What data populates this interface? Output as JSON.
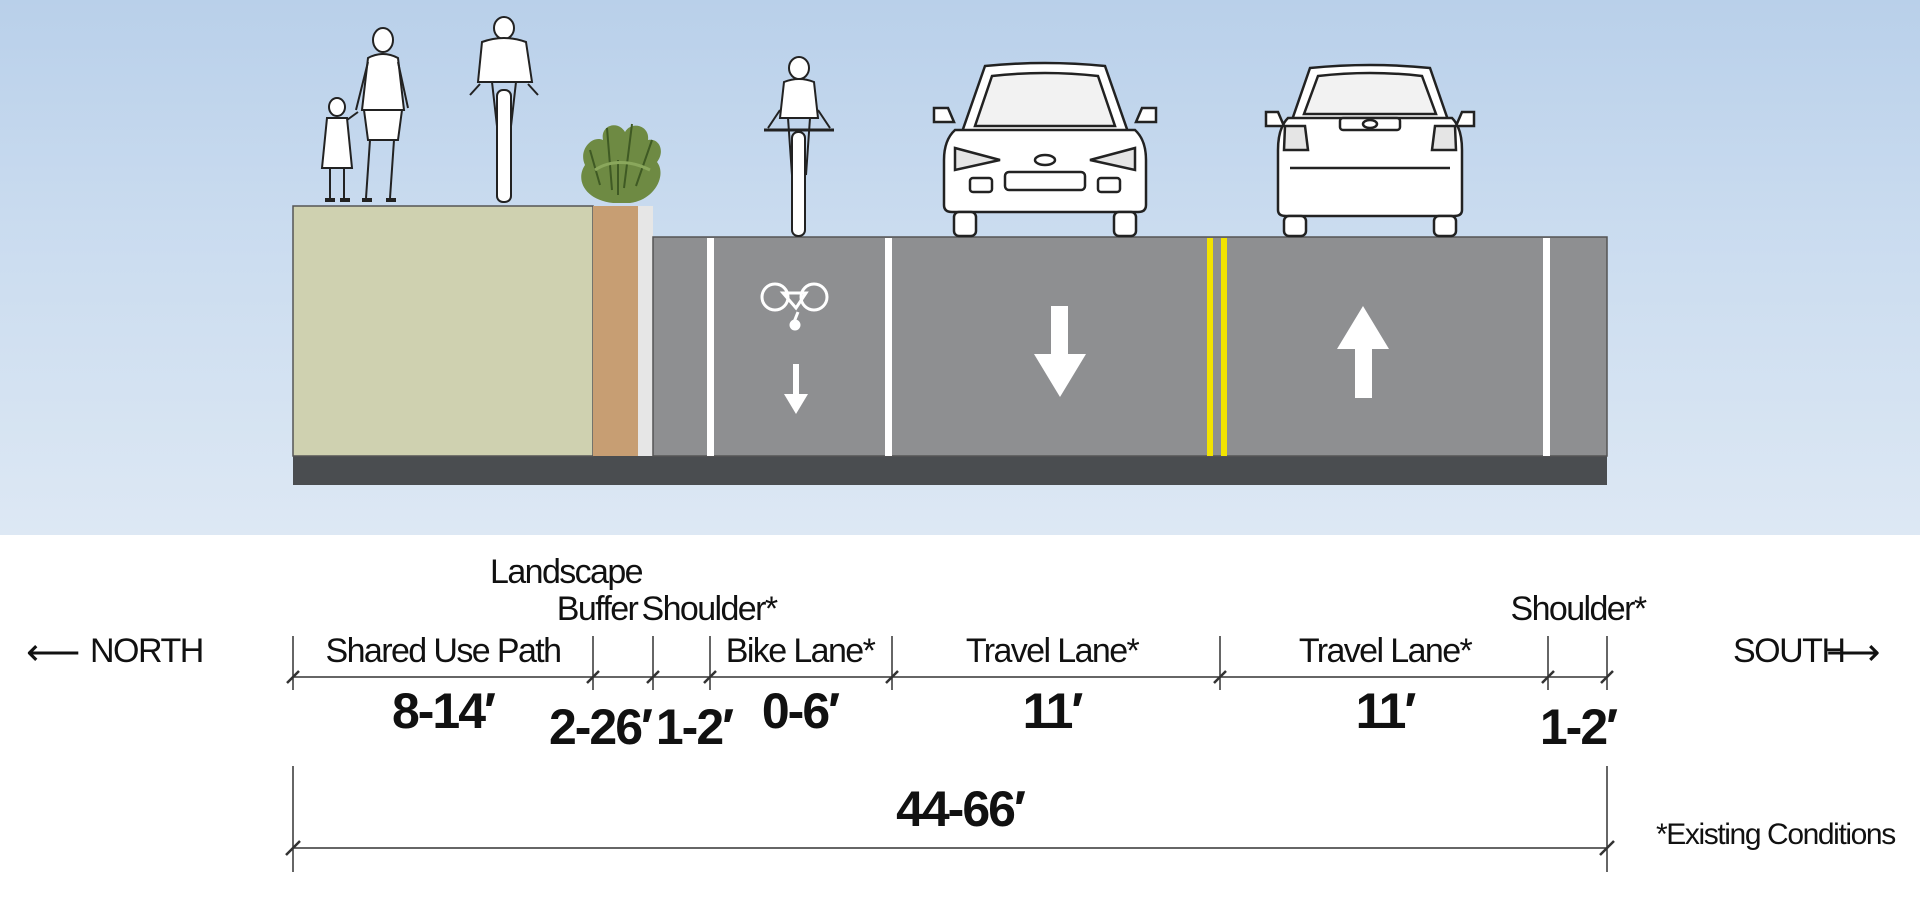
{
  "directions": {
    "north": "NORTH",
    "south": "SOUTH",
    "north_arrow": "arrow-left-icon",
    "south_arrow": "arrow-right-icon"
  },
  "segments": [
    {
      "id": "shared-use-path",
      "label": "Shared Use Path",
      "width": "8-14′"
    },
    {
      "id": "landscape-buffer",
      "label_line1": "Landscape",
      "label_line2": "Buffer",
      "width": "2-26′"
    },
    {
      "id": "shoulder-left",
      "label": "Shoulder*",
      "width": "1-2′"
    },
    {
      "id": "bike-lane",
      "label": "Bike Lane*",
      "width": "0-6′"
    },
    {
      "id": "travel-lane-1",
      "label": "Travel Lane*",
      "width": "11′"
    },
    {
      "id": "travel-lane-2",
      "label": "Travel Lane*",
      "width": "11′"
    },
    {
      "id": "shoulder-right",
      "label": "Shoulder*",
      "width": "1-2′"
    }
  ],
  "total": {
    "width": "44-66′"
  },
  "note": "*Existing Conditions",
  "icons": [
    "pedestrian-adult-icon",
    "pedestrian-child-icon",
    "cyclist-icon",
    "shrub-icon",
    "bike-symbol-icon",
    "arrow-down-icon",
    "arrow-up-icon",
    "car-front-icon",
    "car-rear-icon"
  ],
  "colors": {
    "sky": "#c9dbef",
    "path": "#cfd1b0",
    "buffer": "#c79e73",
    "shoulder": "#e6e6e6",
    "road": "#8e8f91",
    "base": "#4a4d50",
    "center_line": "#f2e300",
    "lane_line": "#ffffff"
  }
}
